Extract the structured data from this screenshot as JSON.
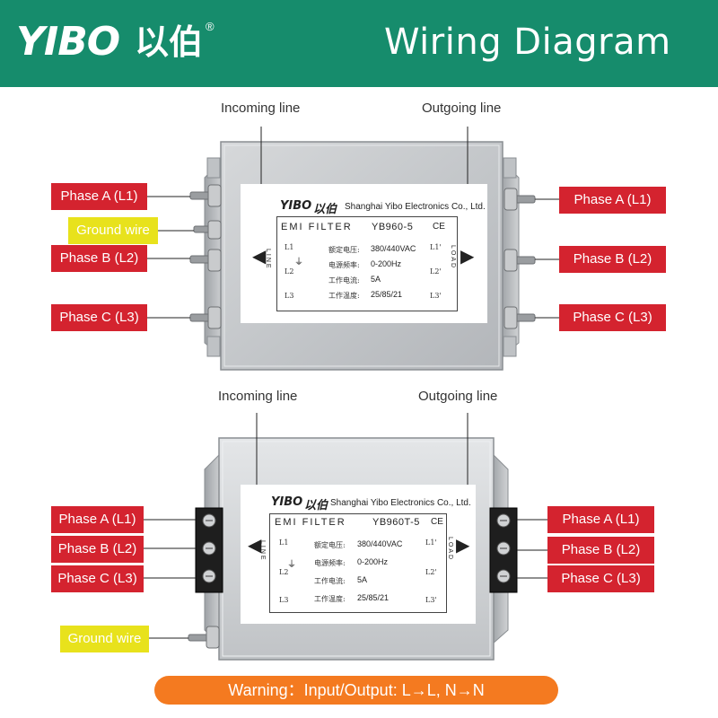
{
  "header": {
    "logo": "YIBO",
    "logo_cn": "以伯",
    "logo_reg": "®",
    "title": "Wiring Diagram",
    "bg_color": "#168c6c"
  },
  "top_diagram": {
    "incoming_label": "Incoming  line",
    "outgoing_label": "Outgoing line",
    "left_tags": [
      "Phase A (L1)",
      "Ground wire",
      "Phase B (L2)",
      "Phase C (L3)"
    ],
    "right_tags": [
      "Phase A (L1)",
      "Phase B (L2)",
      "Phase C (L3)"
    ],
    "nameplate": {
      "brand": "YIBO",
      "brand_cn": "以伯",
      "company": "Shanghai Yibo Electronics Co., Ltd.",
      "product": "EMI FILTER",
      "model": "YB960-5",
      "ce": "CE",
      "left_terms": [
        "L1",
        "L2",
        "L3"
      ],
      "right_terms": [
        "L1'",
        "L2'",
        "L3'"
      ],
      "spec_keys": [
        "额定电压:",
        "电源频率:",
        "工作电流:",
        "工作温度:"
      ],
      "spec_values": [
        "380/440VAC",
        "0-200Hz",
        "5A",
        "25/85/21"
      ],
      "line_side": "LINE",
      "load_side": "LOAD"
    }
  },
  "bottom_diagram": {
    "incoming_label": "Incoming  line",
    "outgoing_label": "Outgoing line",
    "left_tags": [
      "Phase A (L1)",
      "Phase B (L2)",
      "Phase C (L3)"
    ],
    "ground_tag": "Ground wire",
    "right_tags": [
      "Phase A (L1)",
      "Phase B (L2)",
      "Phase C (L3)"
    ],
    "nameplate": {
      "brand": "YIBO",
      "brand_cn": "以伯",
      "company": "Shanghai Yibo Electronics Co., Ltd.",
      "product": "EMI FILTER",
      "model": "YB960T-5",
      "ce": "CE",
      "left_terms": [
        "L1",
        "L2",
        "L3"
      ],
      "right_terms": [
        "L1'",
        "L2'",
        "L3'"
      ],
      "spec_keys": [
        "额定电压:",
        "电源频率:",
        "工作电流:",
        "工作温度:"
      ],
      "spec_values": [
        "380/440VAC",
        "0-200Hz",
        "5A",
        "25/85/21"
      ],
      "line_side": "LINE",
      "load_side": "LOAD"
    }
  },
  "warning": "Warning：Input/Output:  L→L, N→N",
  "colors": {
    "tag_red": "#d4232f",
    "tag_yellow": "#e8e21c",
    "warning_orange": "#f47a20"
  }
}
